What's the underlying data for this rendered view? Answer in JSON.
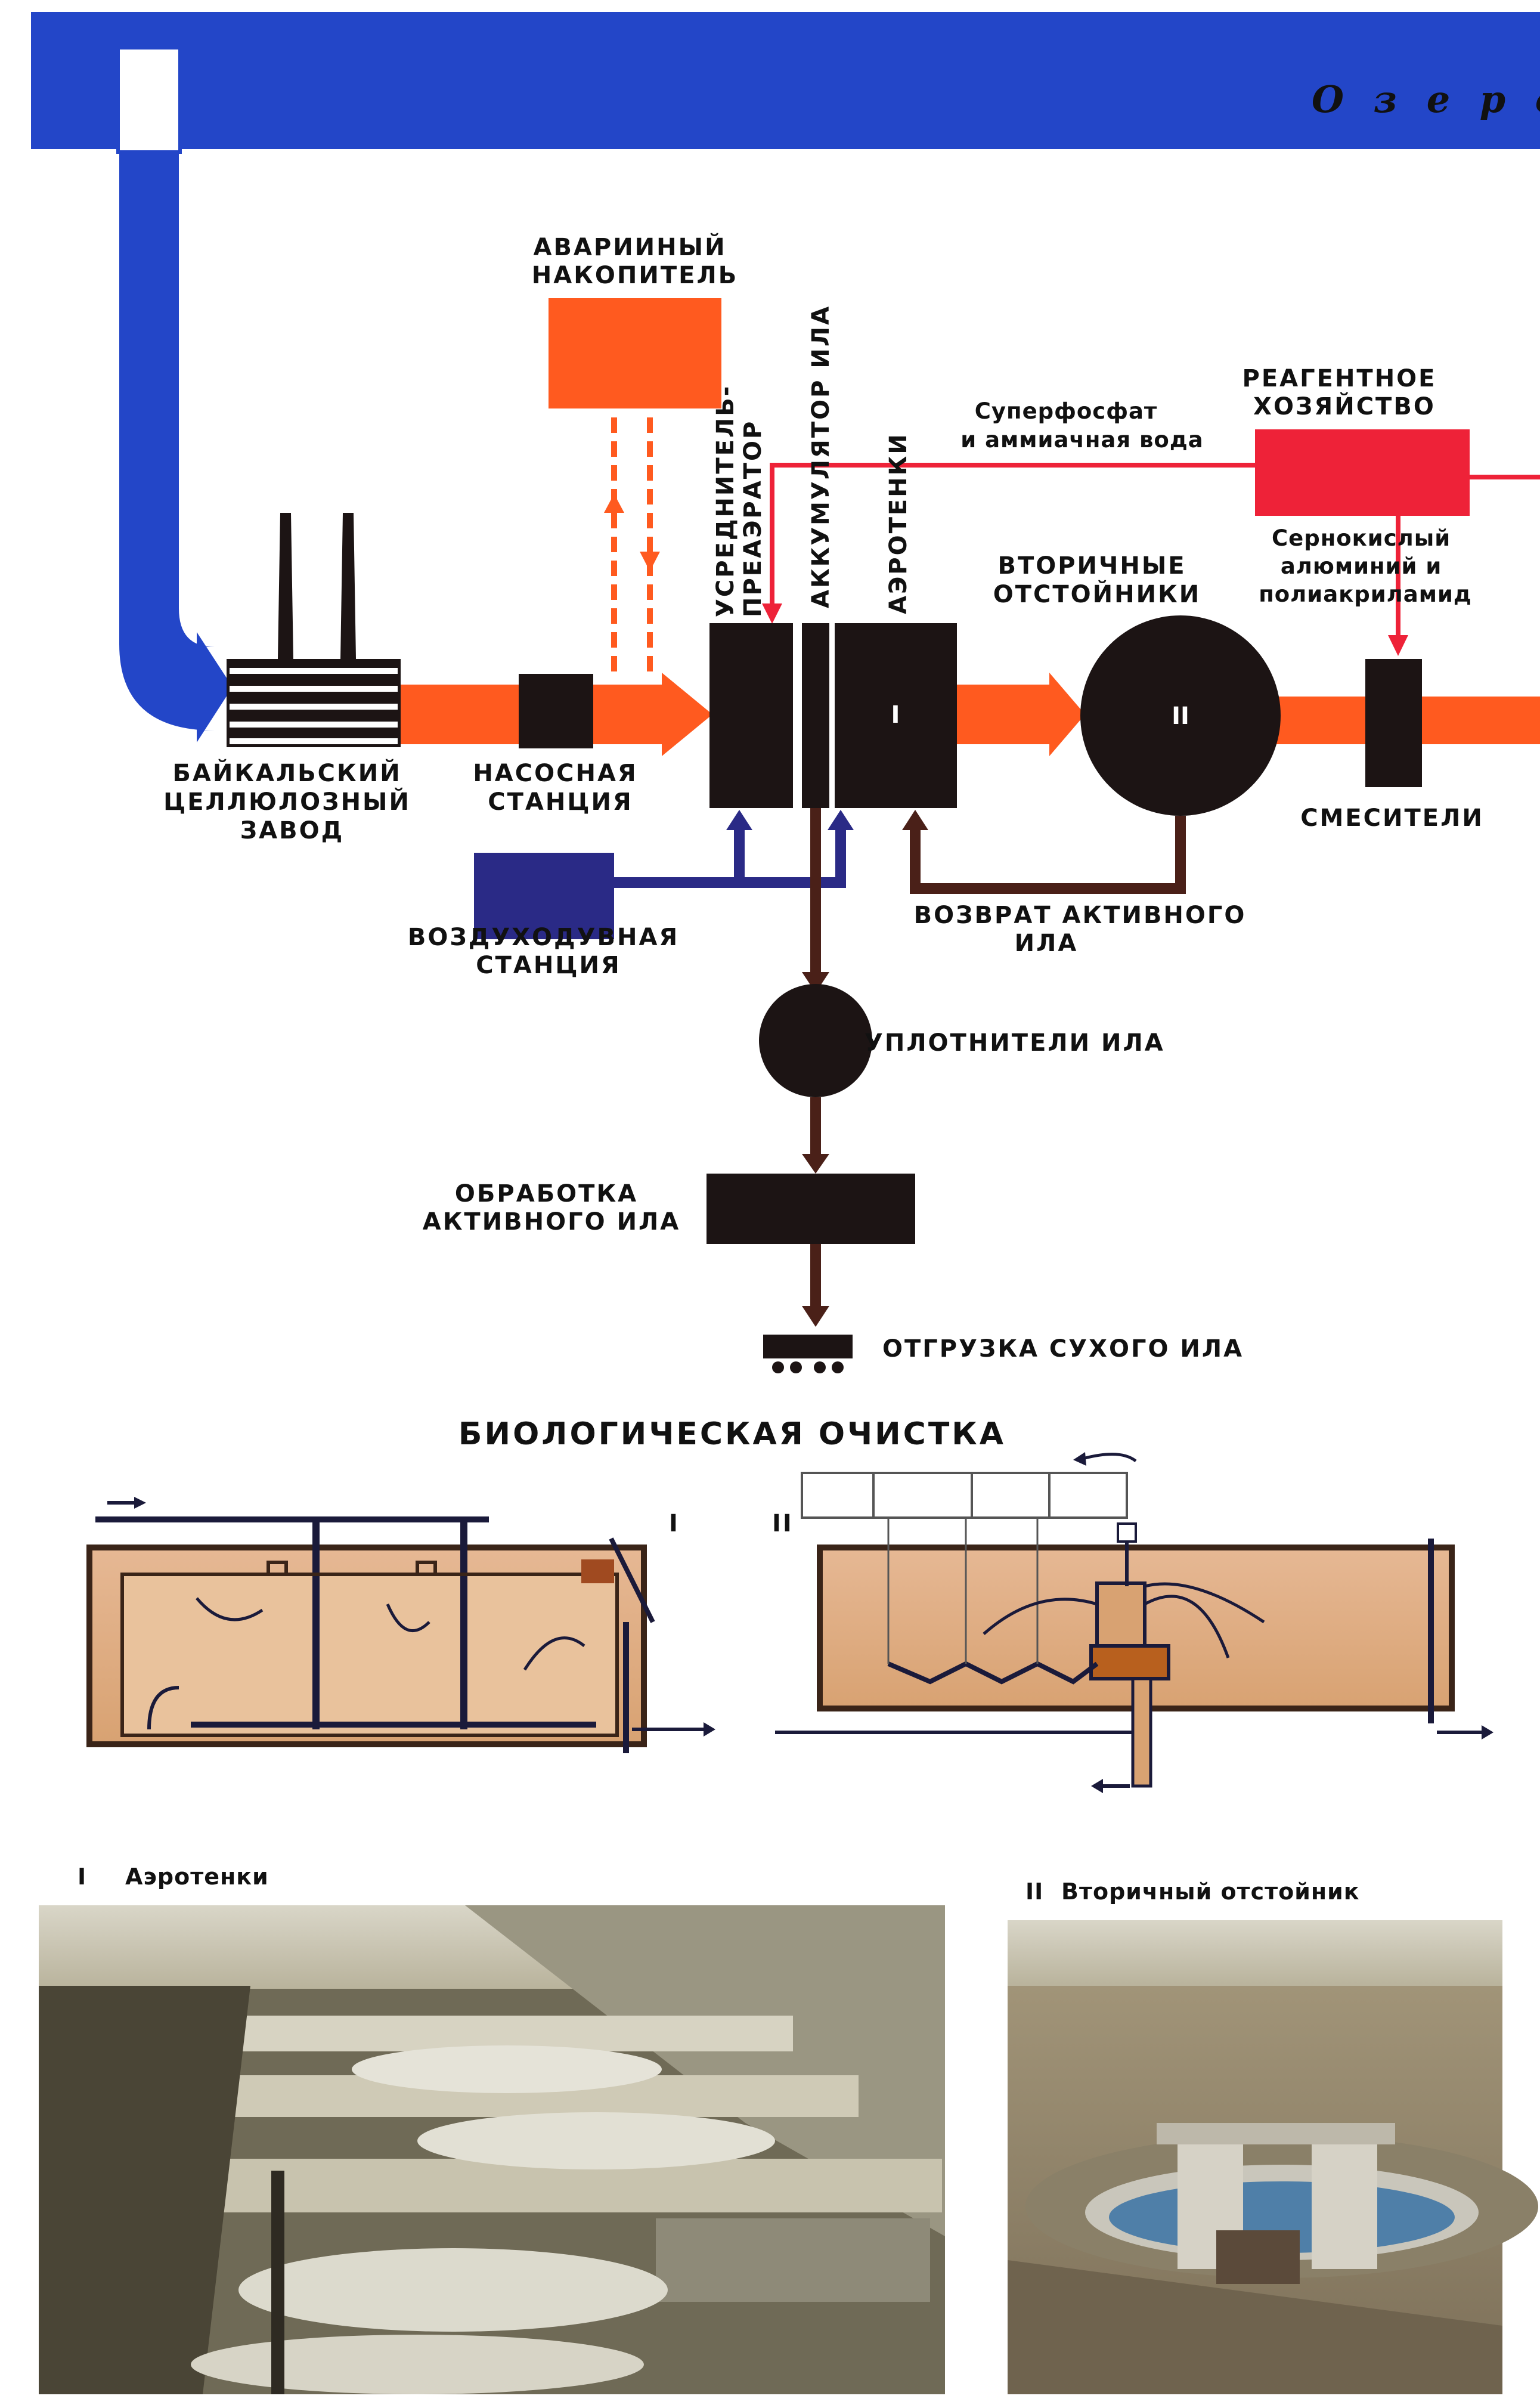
{
  "lake_label": "О з е р о",
  "labels": {
    "emergency": [
      "АВАРИИНЫЙ",
      "НАКОПИТЕЛЬ"
    ],
    "reagent": [
      "РЕАГЕНТНОЕ",
      "ХОЗЯЙСТВО"
    ],
    "superphosphate": [
      "Суперфосфат",
      "и аммиачная вода"
    ],
    "equalizer": [
      "УСРЕДНИТЕЛЬ-",
      "ПРЕАЭРАТОР"
    ],
    "sludge_accumulator": "АККУМУЛЯТОР ИЛА",
    "aerotanks_vertical": "АЭРОТЕНКИ",
    "secondary_settlers": [
      "ВТОРИЧНЫЕ",
      "ОТСТОЙНИКИ"
    ],
    "aluminium": [
      "Сернокислый",
      "алюминий и",
      "полиакриламид"
    ],
    "plant": [
      "БАЙКАЛЬСКИЙ",
      "ЦЕЛЛЮЛОЗНЫЙ",
      "ЗАВОД"
    ],
    "pump_station": [
      "НАСОСНАЯ",
      "СТАНЦИЯ"
    ],
    "mixers": "СМЕСИТЕЛИ",
    "air_station": [
      "ВОЗДУХОДУВНАЯ",
      "СТАНЦИЯ"
    ],
    "sludge_return": [
      "ВОЗВРАТ АКТИВНОГО",
      "ИЛА"
    ],
    "thickeners": "УПЛОТНИТЕЛИ ИЛА",
    "sludge_treatment": [
      "ОБРАБОТКА",
      "АКТИВНОГО ИЛА"
    ],
    "dry_sludge": "ОТГРУЗКА СУХОГО ИЛА",
    "marker_one": "I",
    "marker_two": "II"
  },
  "bio_title": "БИОЛОГИЧЕСКАЯ ОЧИСТКА",
  "section_markers": {
    "one": "I",
    "two": "II"
  },
  "photos": {
    "one_marker": "I",
    "one_caption": "Аэротенки",
    "two_marker": "II",
    "two_caption": "Вторичный отстойник"
  },
  "colors": {
    "lake_blue": "#2346c8",
    "flow_orange": "#ff5a1f",
    "reagent_red": "#ee2238",
    "dark": "#1c1414",
    "sludge_brown": "#4a2018",
    "air_navy": "#2a2a86"
  }
}
